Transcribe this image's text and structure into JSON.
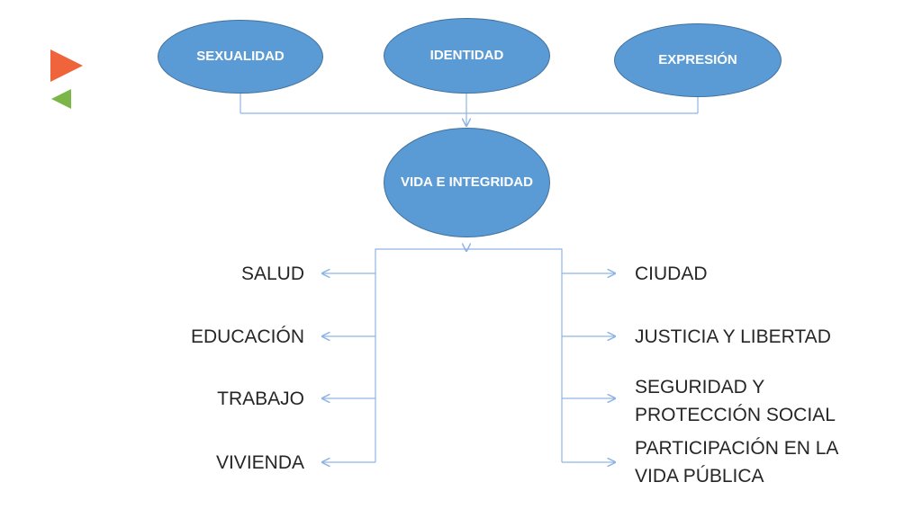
{
  "colors": {
    "node_fill": "#5b9bd5",
    "node_border": "#41719c",
    "connector": "#8fb4e3",
    "text": "#262626",
    "deco_red": "#f0643c",
    "deco_green": "#7ab648"
  },
  "top_nodes": [
    "SEXUALIDAD",
    "IDENTIDAD",
    "EXPRESIÓN"
  ],
  "center_node": "VIDA E INTEGRIDAD",
  "left_items": [
    "SALUD",
    "EDUCACIÓN",
    "TRABAJO",
    "VIVIENDA"
  ],
  "right_items": [
    "CIUDAD",
    "JUSTICIA Y LIBERTAD",
    "SEGURIDAD Y PROTECCIÓN SOCIAL",
    "PARTICIPACIÓN EN LA VIDA PÚBLICA"
  ]
}
